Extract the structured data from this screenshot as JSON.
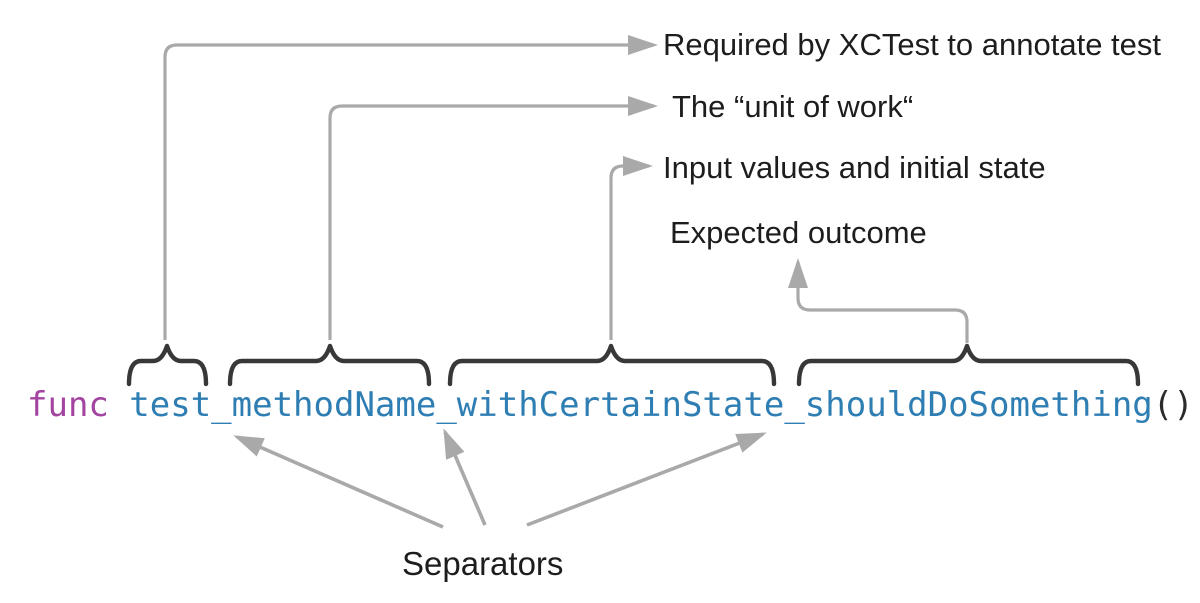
{
  "code": {
    "keyword": "func",
    "method_name": "test_methodName_withCertainState_shouldDoSomething",
    "parens": "()"
  },
  "annotations": {
    "test_prefix": "Required by XCTest to annotate test",
    "unit_of_work": "The “unit of work“",
    "input_values": "Input values and initial state",
    "expected_outcome": "Expected outcome",
    "separators": "Separators"
  },
  "colors": {
    "background": "#ffffff",
    "keyword": "#a344a1",
    "identifier": "#2e7eb3",
    "punctuation": "#2b2b2b",
    "brace": "#383838",
    "connector_gray": "#a9a9a9",
    "label_text": "#1d1d1d"
  }
}
